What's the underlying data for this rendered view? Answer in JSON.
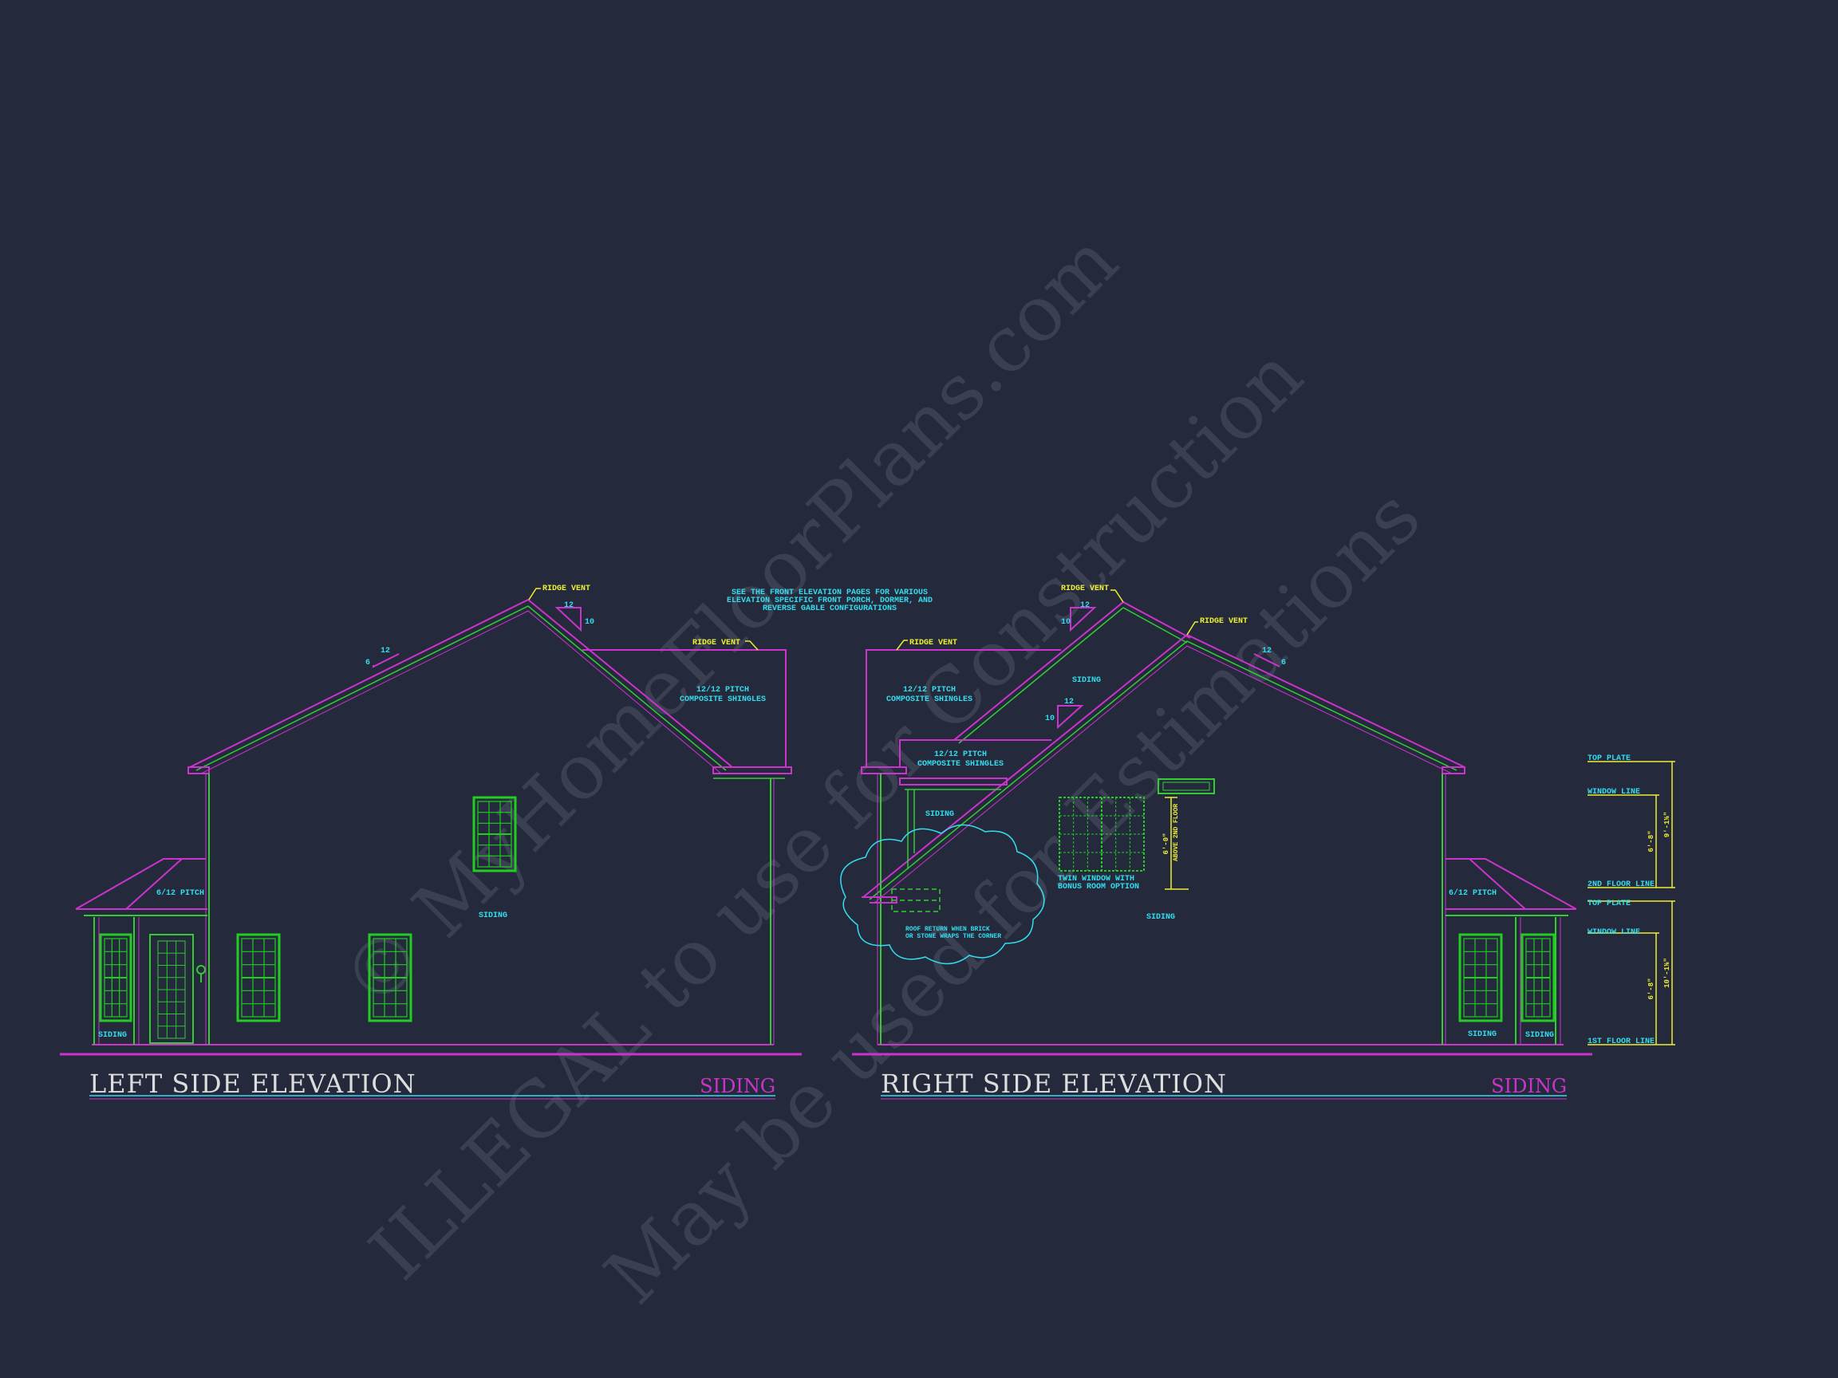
{
  "colors": {
    "background": "#242a3c",
    "outline": "#cc33cc",
    "wall": "#33cc33",
    "window": "#22cc22",
    "label_cyan": "#33ddee",
    "label_yellow": "#eeee33",
    "title": "#dddddd",
    "watermark": "#3a4052"
  },
  "watermark": {
    "line1": "© MyHomeFloorPlans.com",
    "line2": "ILLEGAL to use for Construction",
    "line3": "May be used for Estimations"
  },
  "top_note": {
    "line1": "SEE THE FRONT ELEVATION PAGES FOR VARIOUS",
    "line2": "ELEVATION SPECIFIC FRONT PORCH, DORMER, AND",
    "line3": "REVERSE GABLE CONFIGURATIONS"
  },
  "left_elevation": {
    "title": "LEFT SIDE ELEVATION",
    "material": "SIDING",
    "ridge_vent_main": "RIDGE VENT",
    "ridge_vent_side": "RIDGE VENT",
    "pitch_12_a": "12",
    "pitch_10": "10",
    "pitch_12_b": "12",
    "pitch_6": "6",
    "roof_note_line1": "12/12 PITCH",
    "roof_note_line2": "COMPOSITE SHINGLES",
    "porch_pitch": "6/12 PITCH",
    "siding_wall": "SIDING",
    "siding_porch": "SIDING"
  },
  "right_elevation": {
    "title": "RIGHT SIDE ELEVATION",
    "material": "SIDING",
    "ridge_vent_a": "RIDGE VENT",
    "ridge_vent_b": "RIDGE VENT",
    "ridge_vent_side": "RIDGE VENT",
    "pitch_12_a": "12",
    "pitch_10_a": "10",
    "pitch_12_b": "12",
    "pitch_6": "6",
    "pitch_12_c": "12",
    "pitch_10_b": "10",
    "roof_note_a_line1": "12/12 PITCH",
    "roof_note_a_line2": "COMPOSITE SHINGLES",
    "roof_note_b_line1": "12/12 PITCH",
    "roof_note_b_line2": "COMPOSITE SHINGLES",
    "siding_gable": "SIDING",
    "siding_lower": "SIDING",
    "siding_main": "SIDING",
    "siding_porch_a": "SIDING",
    "siding_porch_b": "SIDING",
    "porch_pitch": "6/12 PITCH",
    "twin_window_line1": "TWIN WINDOW WITH",
    "twin_window_line2": "BONUS ROOM OPTION",
    "dim_window": "6'-0\"",
    "dim_window_note": "ABOVE 2ND FLOOR",
    "cloud_note_line1": "ROOF RETURN WHEN BRICK",
    "cloud_note_line2": "OR STONE WRAPS THE CORNER"
  },
  "level_markers": {
    "top_plate_upper": "TOP PLATE",
    "window_line_upper": "WINDOW LINE",
    "second_floor_line": "2ND FLOOR LINE",
    "top_plate_lower": "TOP PLATE",
    "window_line_lower": "WINDOW LINE",
    "first_floor_line": "1ST FLOOR LINE",
    "dim_upper_window": "6'-8\"",
    "dim_upper_total": "9'-1⅛\"",
    "dim_lower_window": "6'-8\"",
    "dim_lower_total": "10'-1⅛\""
  }
}
